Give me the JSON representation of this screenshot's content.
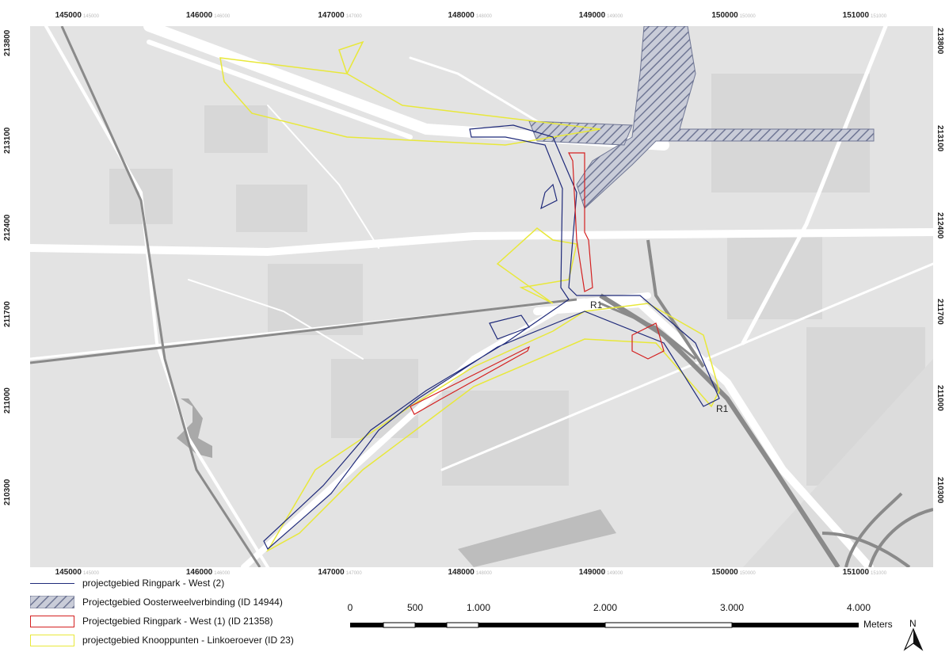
{
  "map": {
    "x_ticks": [
      {
        "value": "145000",
        "sub": "145000",
        "x": 0.052
      },
      {
        "value": "146000",
        "sub": "146000",
        "x": 0.197
      },
      {
        "value": "147000",
        "sub": "147000",
        "x": 0.343
      },
      {
        "value": "148000",
        "sub": "148000",
        "x": 0.487
      },
      {
        "value": "149000",
        "sub": "149000",
        "x": 0.632
      },
      {
        "value": "150000",
        "sub": "150000",
        "x": 0.779
      },
      {
        "value": "151000",
        "sub": "151000",
        "x": 0.924
      }
    ],
    "y_ticks": [
      {
        "value": "213800",
        "y": 0.03
      },
      {
        "value": "213100",
        "y": 0.21
      },
      {
        "value": "212400",
        "y": 0.37
      },
      {
        "value": "211700",
        "y": 0.53
      },
      {
        "value": "211000",
        "y": 0.69
      },
      {
        "value": "210300",
        "y": 0.86
      }
    ],
    "road_labels": [
      {
        "text": "R1",
        "id": "r1-north"
      },
      {
        "text": "R1",
        "id": "r1-south"
      }
    ],
    "colors": {
      "background": "#e3e3e3",
      "roads": "#ffffff",
      "buildings": "#d6d6d6",
      "motorway": "#8a8a8a",
      "ringpark_west_2": "#1f2a7a",
      "oosterweel_hatch": "#8c93ad",
      "ringpark_west_1": "#d42020",
      "knooppunten": "#e8e83a"
    }
  },
  "legend": {
    "items": [
      {
        "label": "projectgebied Ringpark - West (2)",
        "type": "line",
        "color": "#1f2a7a"
      },
      {
        "label": "Projectgebied Oosterweelverbinding (ID 14944)",
        "type": "hatch",
        "color": "#8c93ad"
      },
      {
        "label": "Projectgebied Ringpark - West (1) (ID 21358)",
        "type": "box",
        "color": "#d42020"
      },
      {
        "label": "projectgebied Knooppunten - Linkoeroever (ID 23)",
        "type": "box",
        "color": "#e8e83a"
      }
    ]
  },
  "scalebar": {
    "labels": [
      "0",
      "500",
      "1.000",
      "2.000",
      "3.000",
      "4.000"
    ],
    "values": [
      0,
      500,
      1000,
      2000,
      3000,
      4000
    ],
    "unit": "Meters"
  },
  "north_arrow": {
    "label": "N"
  }
}
